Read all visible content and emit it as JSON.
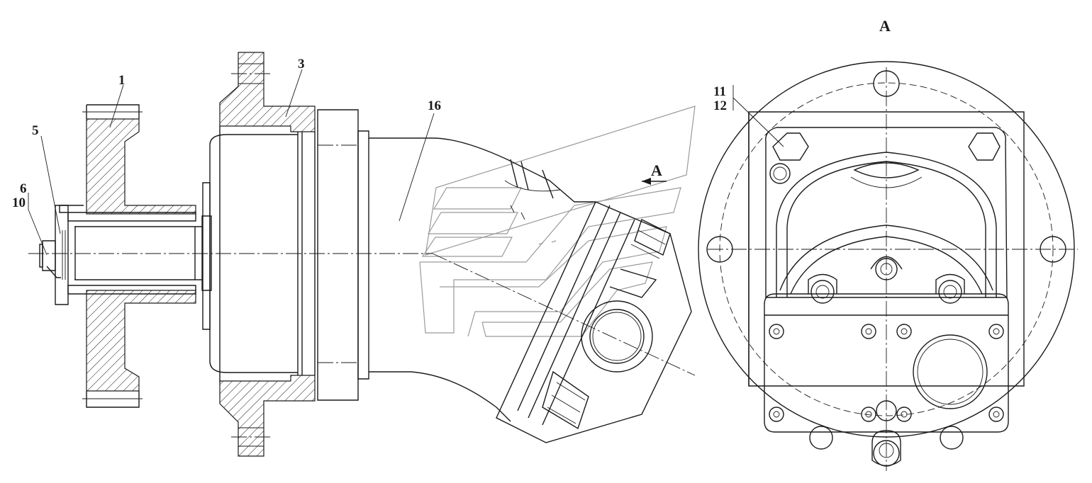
{
  "labels": {
    "part_1": "1",
    "part_3": "3",
    "part_5": "5",
    "part_6": "6",
    "part_10": "10",
    "part_16": "16",
    "part_11": "11",
    "part_12": "12",
    "view_arrow": "A",
    "view_title": "A"
  }
}
